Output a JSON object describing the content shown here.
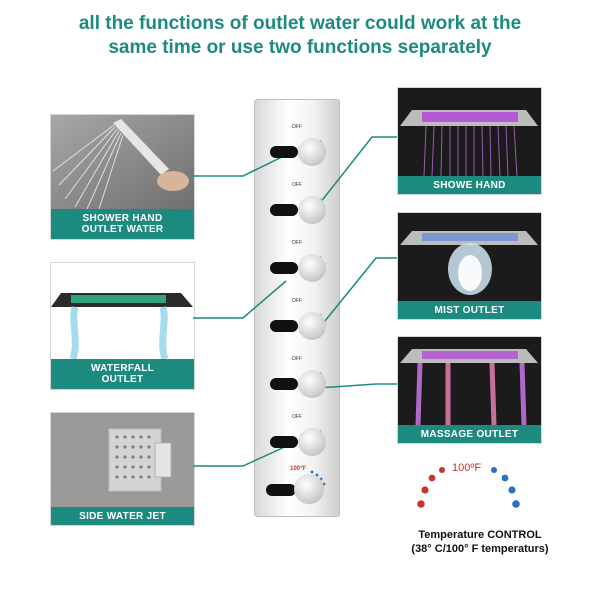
{
  "headline": {
    "line1": "all the functions of outlet water could work at the",
    "line2": "same time or use two functions separately"
  },
  "left_panels": [
    {
      "line1": "SHOWER HAND",
      "line2": "OUTLET WATER"
    },
    {
      "line1": "WATERFALL",
      "line2": "OUTLET"
    },
    {
      "line1": "SIDE WATER JET",
      "line2": ""
    }
  ],
  "right_panels": [
    {
      "label": "SHOWE HAND"
    },
    {
      "label": "MIST OUTLET"
    },
    {
      "label": "MASSAGE OUTLET"
    }
  ],
  "valves": [
    {
      "off": "OFF",
      "on": "ON"
    },
    {
      "off": "OFF",
      "on": "ON"
    },
    {
      "off": "OFF",
      "on": "ON"
    },
    {
      "off": "OFF",
      "on": "ON"
    },
    {
      "off": "OFF",
      "on": "ON"
    },
    {
      "off": "OFF",
      "on": "ON"
    }
  ],
  "thermostat": {
    "scale_label": "100°F"
  },
  "temperature": {
    "dial_label": "100ºF",
    "title": "Temperature CONTROL",
    "subtitle": "(38° C/100° F temperaturs)"
  },
  "colors": {
    "accent": "#1c8a7e",
    "hot": "#c9342d",
    "cold": "#2a6fc2"
  }
}
